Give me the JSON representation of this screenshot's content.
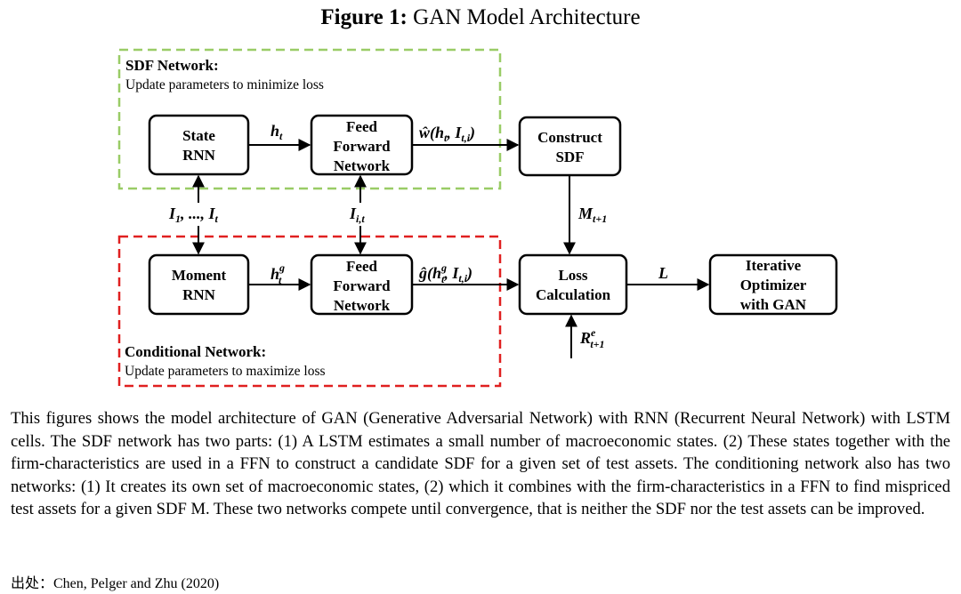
{
  "figure": {
    "title_prefix": "Figure 1:",
    "title_text": "GAN Model Architecture"
  },
  "sdf_network": {
    "title": "SDF Network:",
    "subtitle": "Update parameters to minimize loss",
    "border_color": "#99cc66"
  },
  "conditional_network": {
    "title": "Conditional Network:",
    "subtitle": "Update parameters to maximize loss",
    "border_color": "#e02020"
  },
  "boxes": {
    "state_rnn": [
      "State",
      "RNN"
    ],
    "ffn_top": [
      "Feed",
      "Forward",
      "Network"
    ],
    "construct_sdf": [
      "Construct",
      "SDF"
    ],
    "moment_rnn": [
      "Moment",
      "RNN"
    ],
    "ffn_bottom": [
      "Feed",
      "Forward",
      "Network"
    ],
    "loss": [
      "Loss",
      "Calculation"
    ],
    "optimizer": [
      "Iterative",
      "Optimizer",
      "with GAN"
    ]
  },
  "labels": {
    "h_t": "h",
    "h_t_sub": "t",
    "w_hat": "ŵ(h",
    "w_hat_mid": ", I",
    "w_hat_sub2": "t,i",
    "g_hat": "ĝ(h",
    "g_sup": "g",
    "inputs_all": "I",
    "inputs_all_rest": ", ..., I",
    "input_sub_1": "1",
    "input_i": "I",
    "input_i_sub": "i,t",
    "M": "M",
    "M_sub": "t+1",
    "L": "L",
    "R": "R",
    "R_sup": "e",
    "R_sub": "t+1",
    "close_paren": ")"
  },
  "caption": "This figures shows the model architecture of GAN (Generative Adversarial Network) with RNN (Recurrent Neural Network) with LSTM cells. The SDF network has two parts: (1) A LSTM estimates a small number of macroeconomic states. (2) These states together with the firm-characteristics are used in a FFN to construct a candidate SDF for a given set of test assets. The conditioning network also has two networks: (1) It creates its own set of macroeconomic states, (2) which it combines with the firm-characteristics in a FFN to find mispriced test assets for a given SDF M. These two networks compete until convergence, that is neither the SDF nor the test assets can be improved.",
  "source": "出处：Chen, Pelger and Zhu (2020)"
}
